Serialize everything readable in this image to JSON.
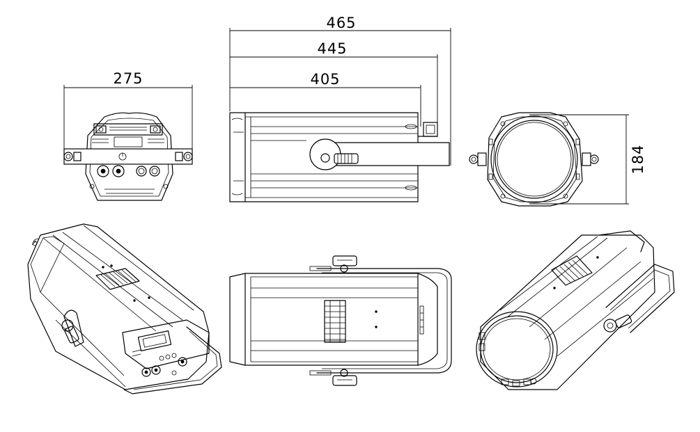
{
  "dimensions": {
    "front_width": "275",
    "side_length_total": "465",
    "side_length_mid": "445",
    "side_length_body": "405",
    "rear_height": "184"
  }
}
